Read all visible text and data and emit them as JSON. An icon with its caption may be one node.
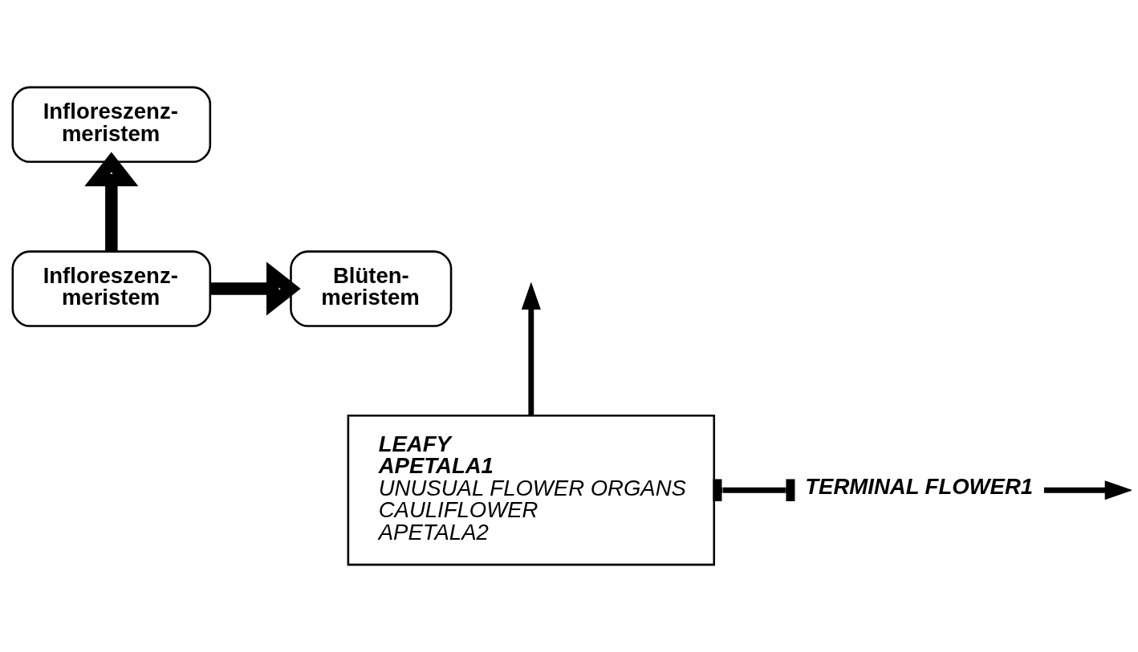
{
  "diagram": {
    "nodes": [
      {
        "text": [
          "Infloreszenz- meristem"
        ]
      },
      {
        "text": [
          "TERMINAL FLOWER1"
        ]
      },
      {
        "text": [
          "LEAFY",
          "APETALA1",
          "UNUSUAL FLOWER ORGANS",
          "CAULIFLOWER",
          "APETALA2"
        ]
      },
      {
        "text": [
          "Infloreszenz- meristem"
        ]
      },
      {
        "text": [
          "Blüten- meristem"
        ]
      }
    ],
    "edges": [
      {
        "from": 3,
        "to": 0,
        "arrow": "to",
        "style": "thick"
      },
      {
        "from": 3,
        "to": 4,
        "arrow": "to",
        "style": "thick"
      },
      {
        "from": 1,
        "to": null,
        "arrow": "to"
      },
      {
        "from": 2,
        "to": 1,
        "arrow": "other"
      },
      {
        "from": 2,
        "to": null,
        "arrow": "to"
      }
    ]
  }
}
